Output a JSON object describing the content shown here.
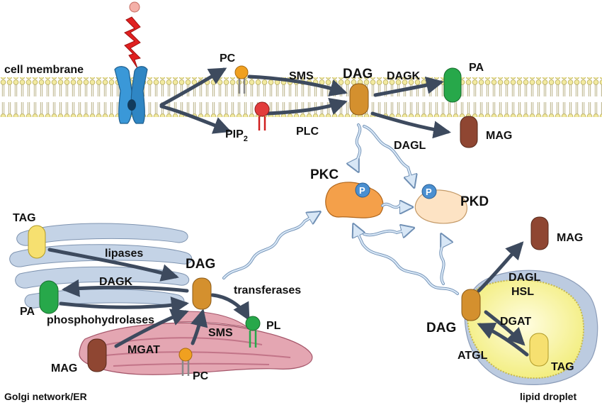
{
  "labels": {
    "cell_membrane": "cell membrane",
    "pc_top": "PC",
    "pip2": "PIP",
    "pip2_sub": "2",
    "sms_top": "SMS",
    "plc": "PLC",
    "dag_top": "DAG",
    "dagk_top": "DAGK",
    "pa_top": "PA",
    "dagl_top": "DAGL",
    "mag_top": "MAG",
    "pkc": "PKC",
    "pkd": "PKD",
    "p": "P",
    "tag_golgi": "TAG",
    "lipases": "lipases",
    "dagk_golgi": "DAGK",
    "dag_golgi": "DAG",
    "pa_golgi": "PA",
    "phosphohydrolases": "phosphohydrolases",
    "transferases": "transferases",
    "pl": "PL",
    "sms_golgi": "SMS",
    "mgat": "MGAT",
    "mag_golgi": "MAG",
    "pc_golgi": "PC",
    "golgi_network": "Golgi network/ER",
    "mag_ld": "MAG",
    "dagl_ld": "DAGL",
    "hsl": "HSL",
    "dgat": "DGAT",
    "dag_ld": "DAG",
    "atgl": "ATGL",
    "tag_ld": "TAG",
    "lipid_droplet": "lipid droplet"
  },
  "colors": {
    "dag": "#d4902e",
    "pa": "#27a84a",
    "mag": "#8f4632",
    "pc_head": "#f0a020",
    "pip2_head": "#e23c3c",
    "tag": "#f6e070",
    "pkc": "#f4a04a",
    "pkd": "#fde3c4",
    "p_badge": "#4a8fd0",
    "receptor": "#3a98d8",
    "signal": "#e02020",
    "arrow_dark": "#3d4a5e",
    "arrow_light": "#c6dcf2",
    "golgi": "#c4d3e6",
    "er": "#e4a6b2",
    "droplet": "#f8f4a0"
  },
  "icons": [
    "receptor-icon",
    "ligand-icon",
    "lightning-bolt-icon",
    "phospholipid-icon",
    "lipid-droplet-icon",
    "golgi-stack-icon",
    "er-icon"
  ]
}
